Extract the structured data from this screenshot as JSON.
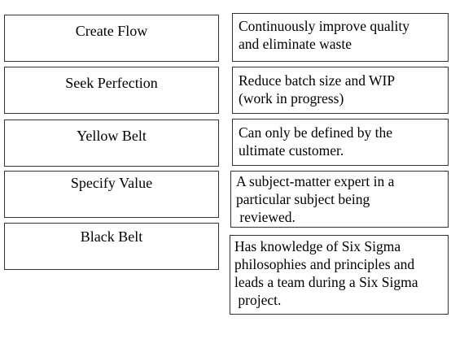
{
  "terms": [
    {
      "label": "Create Flow"
    },
    {
      "label": "Seek Perfection"
    },
    {
      "label": "Yellow Belt"
    },
    {
      "label": "Specify Value"
    },
    {
      "label": "Black Belt"
    }
  ],
  "definitions": [
    {
      "lines": [
        "Continuously improve quality",
        "and eliminate waste"
      ]
    },
    {
      "lines": [
        "Reduce batch size and WIP",
        "(work in progress)"
      ]
    },
    {
      "lines": [
        "Can only be defined by the",
        "ultimate customer."
      ]
    },
    {
      "lines": [
        "A subject-matter expert in a",
        "particular subject being",
        " reviewed."
      ]
    },
    {
      "lines": [
        "Has knowledge of Six Sigma",
        "philosophies and principles and",
        "leads a team during a Six Sigma",
        " project."
      ]
    }
  ]
}
